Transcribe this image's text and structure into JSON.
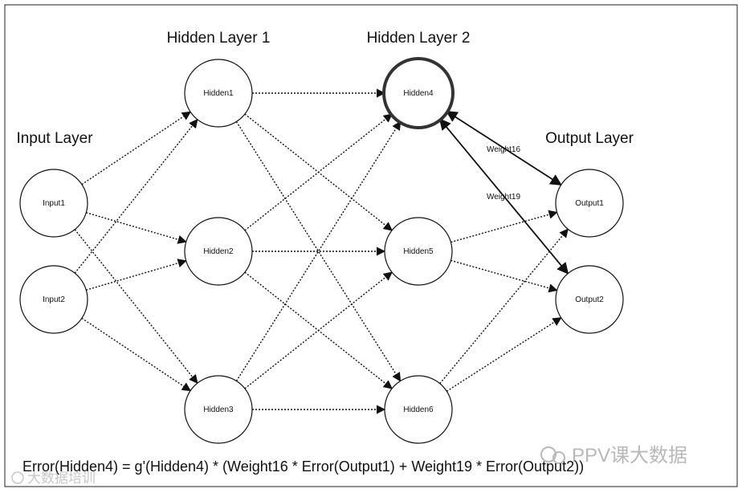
{
  "layers": [
    {
      "id": "input",
      "title": "Input Layer",
      "nodes": [
        "Input1",
        "Input2"
      ]
    },
    {
      "id": "hidden1",
      "title": "Hidden Layer 1",
      "nodes": [
        "Hidden1",
        "Hidden2",
        "Hidden3"
      ]
    },
    {
      "id": "hidden2",
      "title": "Hidden Layer 2",
      "nodes": [
        "Hidden4",
        "Hidden5",
        "Hidden6"
      ]
    },
    {
      "id": "output",
      "title": "Output Layer",
      "nodes": [
        "Output1",
        "Output2"
      ]
    }
  ],
  "highlighted_node": "Hidden4",
  "weights": [
    {
      "label": "Weight16",
      "from": "Hidden4",
      "to": "Output1"
    },
    {
      "label": "Weight19",
      "from": "Hidden4",
      "to": "Output2"
    }
  ],
  "formula": "Error(Hidden4) = g'(Hidden4) * (Weight16 * Error(Output1) + Weight19 * Error(Output2))",
  "watermark": {
    "right": "PPV课大数据",
    "left": "大数据培训"
  },
  "colors": {
    "stroke": "#111111",
    "background": "#ffffff",
    "watermark": "#b8b8b8"
  }
}
